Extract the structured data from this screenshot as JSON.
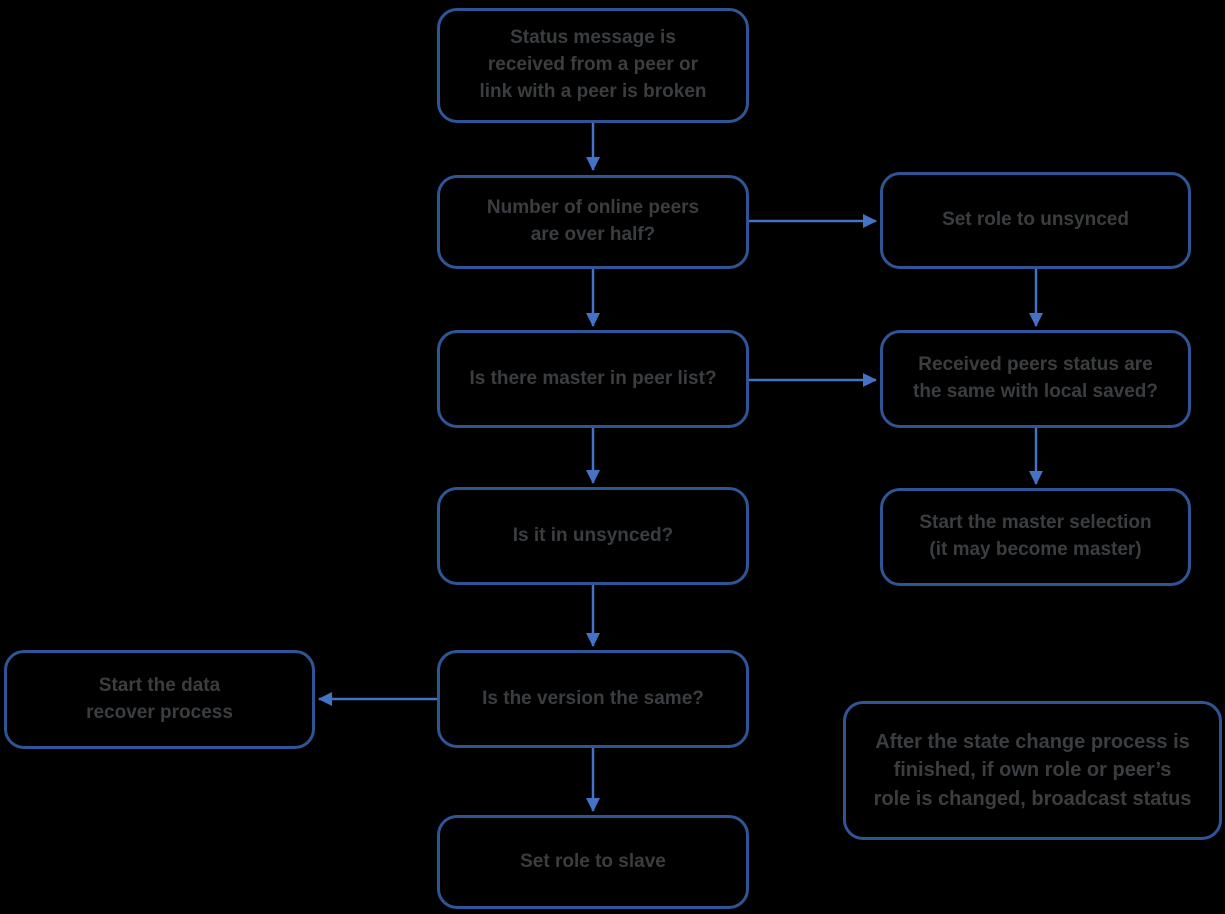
{
  "colors": {
    "background": "#000000",
    "box_border": "#2f5597",
    "arrow": "#4472c4",
    "text": "#3b3e41"
  },
  "diagram": {
    "type": "flowchart",
    "nodes": {
      "start": {
        "label": "Status message is\nreceived from a peer or\nlink with a peer is broken"
      },
      "peers_over_half": {
        "label": "Number of online peers\nare over half?"
      },
      "set_unsynced": {
        "label": "Set role to unsynced"
      },
      "master_in_list": {
        "label": "Is there master in peer list?"
      },
      "peers_status_same": {
        "label": "Received peers status are\nthe same with local saved?"
      },
      "in_unsynced": {
        "label": "Is it in unsynced?"
      },
      "master_selection": {
        "label": "Start the master selection\n(it may become master)"
      },
      "version_same": {
        "label": "Is the version the same?"
      },
      "data_recover": {
        "label": "Start the data\nrecover process"
      },
      "set_slave": {
        "label": "Set role to slave"
      },
      "note": {
        "label": "After the state change process is\nfinished, if own role or peer’s\nrole is changed, broadcast status"
      }
    },
    "edges": [
      {
        "from": "start",
        "to": "peers_over_half",
        "direction": "down"
      },
      {
        "from": "peers_over_half",
        "to": "set_unsynced",
        "direction": "right"
      },
      {
        "from": "peers_over_half",
        "to": "master_in_list",
        "direction": "down"
      },
      {
        "from": "set_unsynced",
        "to": "peers_status_same",
        "direction": "down"
      },
      {
        "from": "master_in_list",
        "to": "peers_status_same",
        "direction": "right"
      },
      {
        "from": "master_in_list",
        "to": "in_unsynced",
        "direction": "down"
      },
      {
        "from": "peers_status_same",
        "to": "master_selection",
        "direction": "down"
      },
      {
        "from": "in_unsynced",
        "to": "version_same",
        "direction": "down"
      },
      {
        "from": "version_same",
        "to": "data_recover",
        "direction": "left"
      },
      {
        "from": "version_same",
        "to": "set_slave",
        "direction": "down"
      }
    ]
  }
}
